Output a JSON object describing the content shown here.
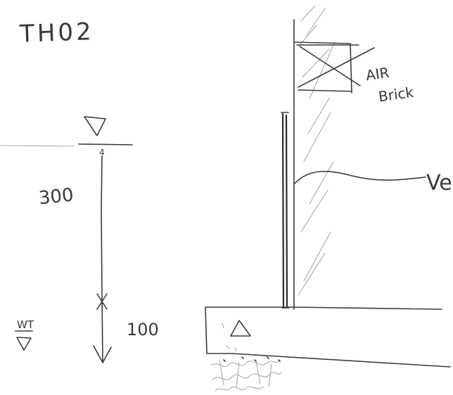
{
  "labels": {
    "title": "TH02",
    "level_marker": "4",
    "dim_upper": "300",
    "dim_lower": "100",
    "water_table": "WT",
    "air_brick_line1": "AIR",
    "air_brick_line2": "Brick",
    "vent_label": "Ve"
  },
  "colors": {
    "ink": "#3c3c3c",
    "pencil": "#a9a9a9"
  }
}
